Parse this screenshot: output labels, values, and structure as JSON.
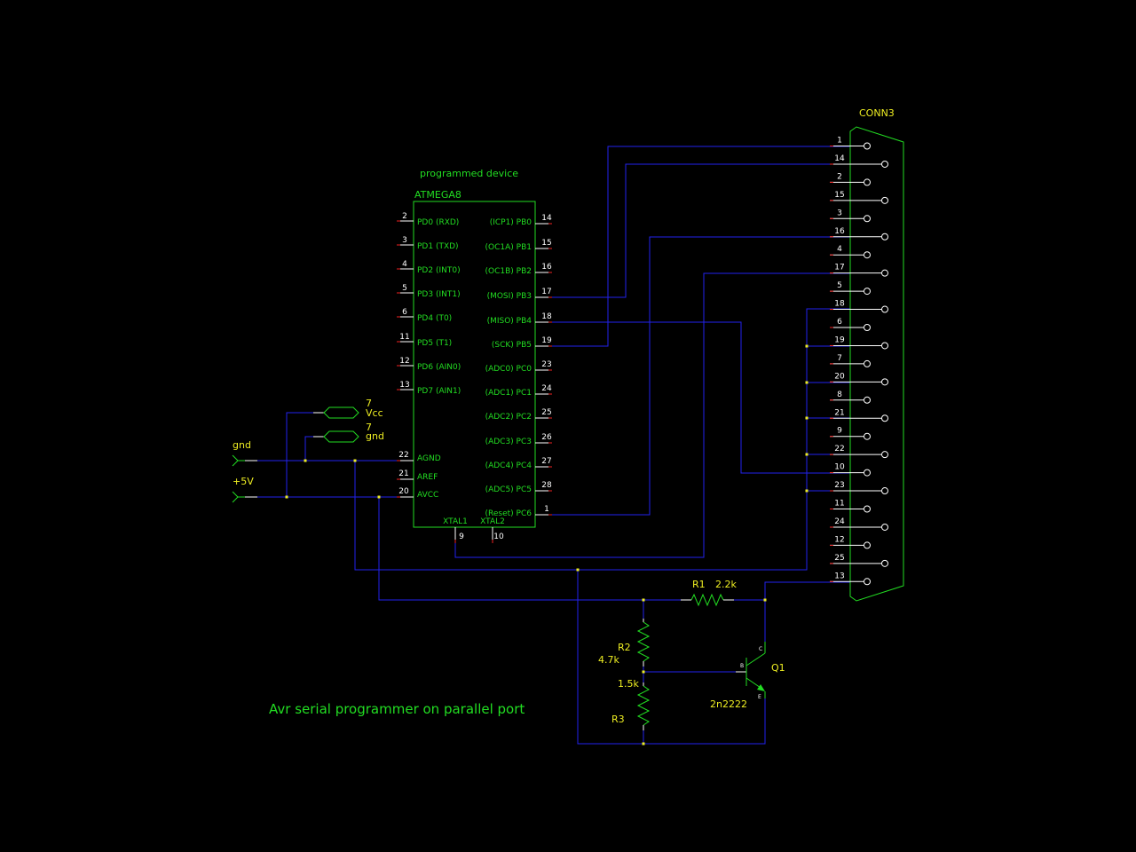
{
  "colors": {
    "background": "#000000",
    "wire": "#2222ee",
    "component": "#22dd22",
    "label_green": "#22dd22",
    "label_yellow": "#eeee22",
    "pin_stub": "#ffffff",
    "pin_mark": "#ee2222",
    "junction": "#eeee22"
  },
  "title": "Avr serial programmer on parallel port",
  "chip": {
    "caption": "programmed device",
    "name": "ATMEGA8",
    "left_pins": [
      {
        "num": "2",
        "label": "PD0 (RXD)"
      },
      {
        "num": "3",
        "label": "PD1 (TXD)"
      },
      {
        "num": "4",
        "label": "PD2 (INT0)"
      },
      {
        "num": "5",
        "label": "PD3 (INT1)"
      },
      {
        "num": "6",
        "label": "PD4 (T0)"
      },
      {
        "num": "11",
        "label": "PD5 (T1)"
      },
      {
        "num": "12",
        "label": "PD6 (AIN0)"
      },
      {
        "num": "13",
        "label": "PD7 (AIN1)"
      }
    ],
    "left_power_pins": [
      {
        "num": "22",
        "label": "AGND"
      },
      {
        "num": "21",
        "label": "AREF"
      },
      {
        "num": "20",
        "label": "AVCC"
      }
    ],
    "right_pins": [
      {
        "num": "14",
        "label": "(ICP1) PB0"
      },
      {
        "num": "15",
        "label": "(OC1A) PB1"
      },
      {
        "num": "16",
        "label": "(OC1B) PB2"
      },
      {
        "num": "17",
        "label": "(MOSI) PB3"
      },
      {
        "num": "18",
        "label": "(MISO) PB4"
      },
      {
        "num": "19",
        "label": "(SCK) PB5"
      },
      {
        "num": "23",
        "label": "(ADC0) PC0"
      },
      {
        "num": "24",
        "label": "(ADC1) PC1"
      },
      {
        "num": "25",
        "label": "(ADC2) PC2"
      },
      {
        "num": "26",
        "label": "(ADC3) PC3"
      },
      {
        "num": "27",
        "label": "(ADC4) PC4"
      },
      {
        "num": "28",
        "label": "(ADC5) PC5"
      },
      {
        "num": "1",
        "label": "(Reset) PC6"
      }
    ],
    "bottom_pins": [
      {
        "num": "9",
        "label": "XTAL1"
      },
      {
        "num": "10",
        "label": "XTAL2"
      }
    ]
  },
  "connector": {
    "name": "CONN3",
    "pins": [
      "1",
      "14",
      "2",
      "15",
      "3",
      "16",
      "4",
      "17",
      "5",
      "18",
      "6",
      "19",
      "7",
      "20",
      "8",
      "21",
      "9",
      "22",
      "10",
      "23",
      "11",
      "24",
      "12",
      "25",
      "13"
    ]
  },
  "power_ports": [
    {
      "num": "7",
      "name": "Vcc"
    },
    {
      "num": "7",
      "name": "gnd"
    }
  ],
  "net_labels": {
    "gnd": "gnd",
    "vcc": "+5V"
  },
  "components": {
    "r1": {
      "ref": "R1",
      "value": "2.2k"
    },
    "r2": {
      "ref": "R2",
      "value": "4.7k"
    },
    "r3": {
      "ref": "R3",
      "value": "1.5k"
    },
    "q1": {
      "ref": "Q1",
      "value": "2n2222",
      "pins": {
        "c": "C",
        "b": "B",
        "e": "E"
      }
    }
  }
}
